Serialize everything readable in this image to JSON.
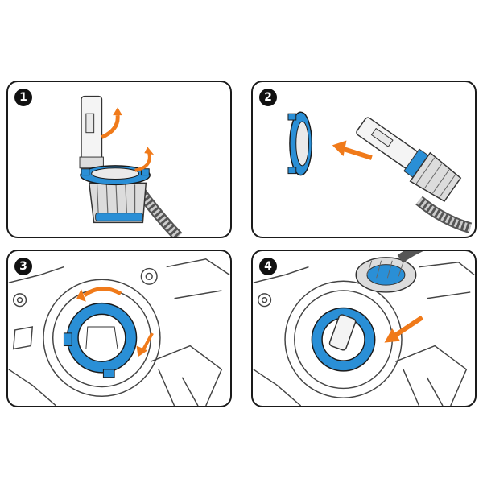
{
  "colors": {
    "accent_blue": "#2a8fd6",
    "accent_orange": "#f07a1a",
    "line": "#333333"
  },
  "steps": [
    {
      "number": "1"
    },
    {
      "number": "2"
    },
    {
      "number": "3"
    },
    {
      "number": "4"
    }
  ]
}
